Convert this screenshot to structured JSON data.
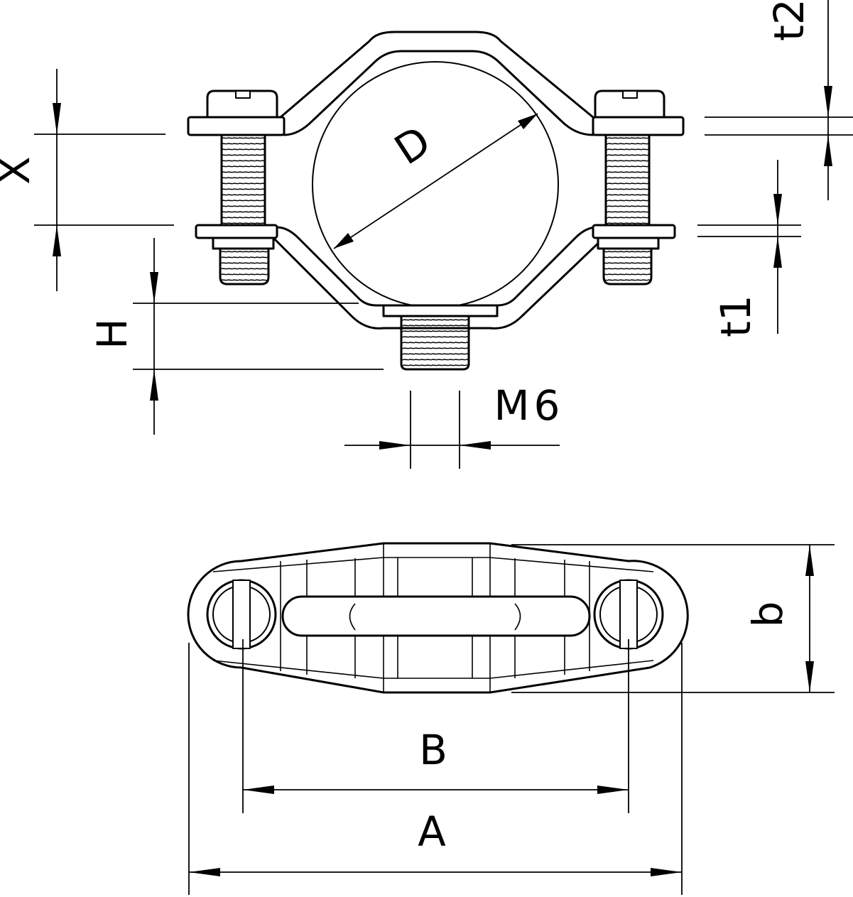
{
  "labels": {
    "D": "D",
    "X": "X",
    "H": "H",
    "M6": "M6",
    "t1": "t1",
    "t2": "t2",
    "b": "b",
    "B": "B",
    "A": "A"
  }
}
